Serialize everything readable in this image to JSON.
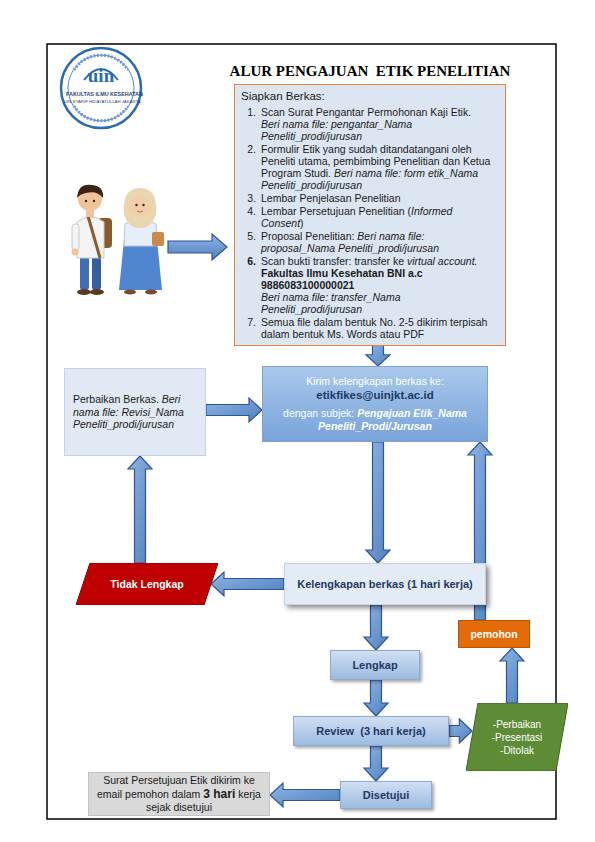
{
  "diagram": {
    "title": "ALUR PENGAJUAN  ETIK PENELITIAN",
    "nodes": [
      {
        "text": [
          "Siapkan Berkas:",
          "1.",
          "Scan Surat Pengantar Permohonan Kaji Etik.",
          "Beri nama file: pengantar_Nama Peneliti_prodi/jurusan",
          "2.",
          "Formulir Etik yang sudah ditandatangani oleh Peneliti utama, pembimbing Penelitian dan Ketua Program Studi.",
          "Beri nama file: form etik_Nama Peneliti_prodi/jurusan",
          "3.",
          "Lembar Penjelasan Penelitian",
          "4.",
          "Lembar Persetujuan Penelitian (",
          "Informed Consent",
          ")",
          "5.",
          "Proposal Penelitian:",
          "Beri nama file: proposal_Nama Peneliti_prodi/jurusan",
          "6.",
          "Scan bukti transfer: transfer ke",
          "virtual account.",
          "Fakultas Ilmu Kesehatan BNI a.c 9886083100000021",
          "Beri nama file: transfer_Nama Peneliti_prodi/jurusan",
          "7.",
          "Semua file dalam bentuk No. 2-5 dikirim terpisah dalam bentuk Ms. Words atau PDF"
        ]
      },
      {
        "text": [
          "Perbaikan Berkas.",
          "Beri nama file: Revisi_Nama Peneliti_prodi/jurusan"
        ]
      },
      {
        "text": [
          "Kirim kelengkapan berkas ke:",
          "etikfikes@uinjkt.ac.id",
          "dengan subjek:",
          "Pengajuan Etik_Nama Peneliti_Prodi/Jurusan"
        ]
      },
      {
        "text": [
          "Tidak Lengkap"
        ]
      },
      {
        "text": [
          "Kelengkapan berkas (1 hari kerja)"
        ]
      },
      {
        "text": [
          "pemohon"
        ]
      },
      {
        "text": [
          "Lengkap"
        ]
      },
      {
        "text": [
          "Review  (3 hari kerja)"
        ]
      },
      {
        "text": [
          "-Perbaikan",
          "-Presentasi",
          "-Ditolak"
        ]
      },
      {
        "text": [
          "Disetujui"
        ]
      },
      {
        "text": [
          "Surat Persetujuan Etik dikirim ke email pemohon dalam",
          "3 hari",
          "kerja sejak disetujui"
        ]
      }
    ],
    "edges": [
      {
        "from": 0,
        "to": 2,
        "arrow": "to"
      },
      {
        "from": 1,
        "to": 2,
        "arrow": "to"
      },
      {
        "from": 2,
        "to": 4,
        "arrow": "to"
      },
      {
        "from": 4,
        "to": 3,
        "arrow": "to"
      },
      {
        "from": 3,
        "to": 1,
        "arrow": "to"
      },
      {
        "from": 4,
        "to": 6,
        "arrow": "to"
      },
      {
        "from": 6,
        "to": 7,
        "arrow": "to"
      },
      {
        "from": 7,
        "to": 8,
        "arrow": "to"
      },
      {
        "from": 7,
        "to": 9,
        "arrow": "to"
      },
      {
        "from": 9,
        "to": 10,
        "arrow": "to"
      },
      {
        "from": 8,
        "to": 5,
        "arrow": "to"
      },
      {
        "from": 5,
        "to": 2,
        "arrow": "to"
      }
    ],
    "labels": [
      "uin",
      "FAKULTAS ILMU KESEHATAN",
      "UIN SYARIF HIDAYATULLAH JAKARTA"
    ]
  }
}
